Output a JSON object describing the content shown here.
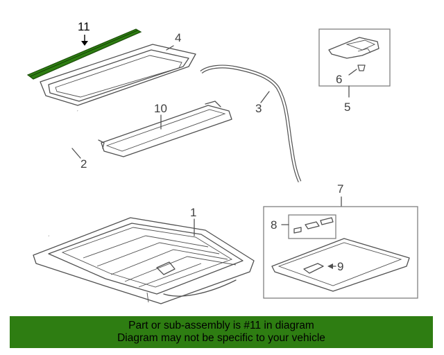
{
  "callouts": {
    "part_1": "1",
    "part_2": "2",
    "part_3": "3",
    "part_4": "4",
    "part_5": "5",
    "part_6": "6",
    "part_7": "7",
    "part_8": "8",
    "part_9": "9",
    "part_10": "10",
    "part_11": "11"
  },
  "highlight": {
    "part": "11",
    "color": "#2e7d12"
  },
  "footer": {
    "line1": "Part or sub-assembly is #11 in diagram",
    "line2": "Diagram may not be specific to your vehicle",
    "background": "#2e7d12"
  }
}
